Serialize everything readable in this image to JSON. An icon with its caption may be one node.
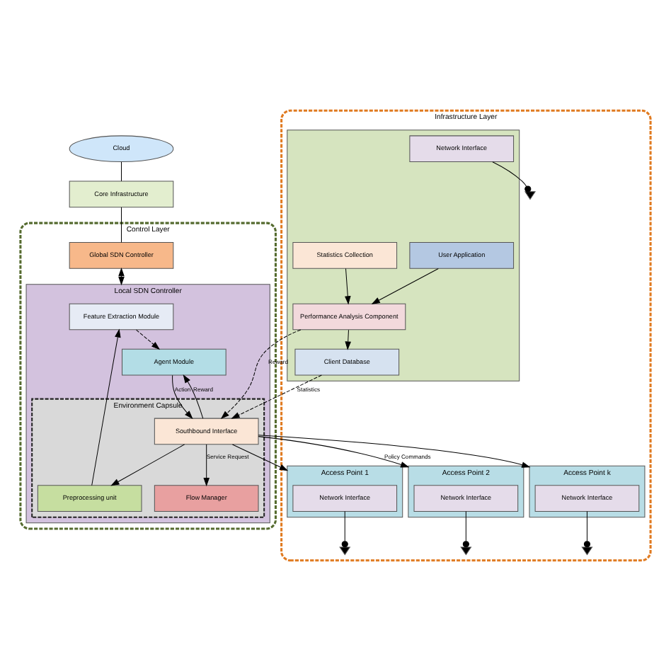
{
  "diagram": {
    "nodes": [
      {
        "text": [
          "Cloud"
        ]
      },
      {
        "text": [
          "Core Infrastructure"
        ]
      },
      {
        "text": [
          "Control Layer"
        ]
      },
      {
        "text": [
          "Global SDN Controller"
        ],
        "in": 2
      },
      {
        "text": [
          "Local SDN Controller"
        ],
        "in": 2
      },
      {
        "text": [
          "Feature Extraction Module"
        ],
        "in": 4
      },
      {
        "text": [
          "Agent Module"
        ],
        "in": 4
      },
      {
        "text": [
          "Environment Capsule"
        ],
        "in": 4
      },
      {
        "text": [
          "Preprocessing unit"
        ],
        "in": 7
      },
      {
        "text": [
          "Flow Manager"
        ],
        "in": 7
      },
      {
        "text": [
          "Southbound Interface"
        ],
        "in": 7
      },
      {
        "text": [
          "Infrastructure Layer"
        ]
      },
      {
        "text": [
          "Access Point 1"
        ],
        "in": 11
      },
      {
        "text": [
          "Network Interface"
        ],
        "in": 12
      },
      {
        "text": [
          "Access Point 2"
        ],
        "in": 11
      },
      {
        "text": [
          "Network Interface"
        ],
        "in": 14
      },
      {
        "text": [
          "Access Point k"
        ],
        "in": 11
      },
      {
        "text": [
          "Network Interface"
        ],
        "in": 16
      },
      {
        "text": [],
        "shape": "antenna",
        "in": 11
      },
      {
        "text": [],
        "shape": "antenna",
        "in": 11
      },
      {
        "text": [],
        "shape": "antenna",
        "in": 11
      },
      {
        "text": [],
        "shape": "antenna",
        "in": 11
      },
      {
        "text": [],
        "shape": "box",
        "in": 11
      },
      {
        "text": [
          "Network Interface"
        ],
        "in": 22
      },
      {
        "text": [
          "User Application"
        ],
        "in": 22
      },
      {
        "text": [
          "Statistics Collection"
        ],
        "in": 22
      },
      {
        "text": [
          "Client Database"
        ],
        "in": 22
      },
      {
        "text": [
          "Performance Analysis Component"
        ],
        "in": 22
      }
    ],
    "edges": [
      {
        "from": 0,
        "to": 1,
        "arrow": "none"
      },
      {
        "from": 1,
        "to": 3,
        "arrow": "none"
      },
      {
        "from": 3,
        "to": 4,
        "arrow": "both"
      },
      {
        "from": 5,
        "to": 6,
        "arrow": "to",
        "style": "dashed"
      },
      {
        "from": 8,
        "to": 5,
        "arrow": "to"
      },
      {
        "from": 10,
        "to": 8,
        "arrow": "to"
      },
      {
        "from": 10,
        "to": 9,
        "arrow": "to",
        "label": "Service Request"
      },
      {
        "from": 6,
        "to": 10,
        "arrow": "to",
        "label": "Action"
      },
      {
        "from": 10,
        "to": 6,
        "arrow": "to",
        "label": "Reward"
      },
      {
        "from": 10,
        "to": 12,
        "arrow": "to"
      },
      {
        "from": 10,
        "to": 14,
        "arrow": "to",
        "label": "Policy Commands"
      },
      {
        "from": 10,
        "to": 16,
        "arrow": "to"
      },
      {
        "from": 13,
        "to": 18,
        "arrow": "other"
      },
      {
        "from": 15,
        "to": 19,
        "arrow": "other"
      },
      {
        "from": 17,
        "to": 20,
        "arrow": "other"
      },
      {
        "from": 23,
        "to": 21,
        "arrow": "other"
      },
      {
        "from": 24,
        "to": 27,
        "arrow": "to"
      },
      {
        "from": 25,
        "to": 27,
        "arrow": "to"
      },
      {
        "from": 27,
        "to": 26,
        "arrow": "to"
      },
      {
        "from": 27,
        "to": 10,
        "arrow": "to",
        "style": "dashed",
        "label": "Reward"
      },
      {
        "from": 26,
        "to": 10,
        "arrow": "to",
        "style": "dashed",
        "label": "Statistics"
      }
    ]
  }
}
